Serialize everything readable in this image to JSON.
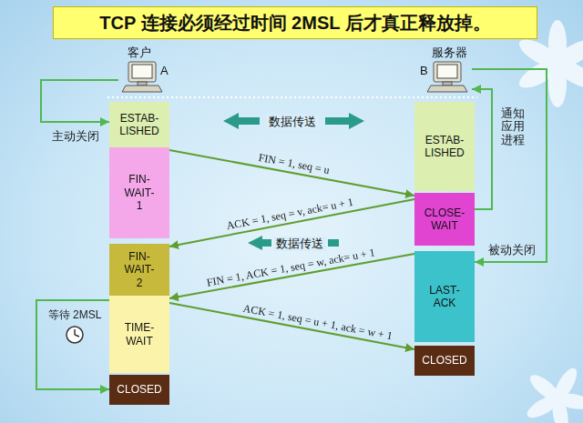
{
  "diagram": {
    "title": "TCP 连接必须经过时间 2MSL 后才真正释放掉。",
    "nodes": [
      {
        "text": [
          "客户",
          "A"
        ]
      },
      {
        "text": [
          "服务器",
          "B"
        ]
      },
      {
        "text": [
          "ESTAB- LISHED"
        ]
      },
      {
        "text": [
          "FIN- WAIT-1"
        ]
      },
      {
        "text": [
          "FIN- WAIT-2"
        ]
      },
      {
        "text": [
          "TIME- WAIT"
        ]
      },
      {
        "text": [
          "CLOSED"
        ]
      },
      {
        "text": [
          "ESTAB- LISHED"
        ]
      },
      {
        "text": [
          "CLOSE- WAIT"
        ]
      },
      {
        "text": [
          "LAST- ACK"
        ]
      },
      {
        "text": [
          "CLOSED"
        ]
      }
    ],
    "edges": [
      {
        "from": 0,
        "to": 2,
        "arrow": "to",
        "label": "主动关闭"
      },
      {
        "from": 3,
        "to": 8,
        "arrow": "to",
        "label": "FIN = 1, seq = u"
      },
      {
        "from": 8,
        "to": 4,
        "arrow": "to",
        "label": "ACK = 1, seq = v, ack= u + 1"
      },
      {
        "from": 9,
        "to": 5,
        "arrow": "to",
        "label": "FIN = 1, ACK = 1, seq = w, ack= u + 1"
      },
      {
        "from": 5,
        "to": 10,
        "arrow": "to",
        "label": "ACK = 1, seq = u + 1, ack = w + 1"
      },
      {
        "from": 8,
        "to": 1,
        "arrow": "to",
        "label": "通知应用进程"
      },
      {
        "from": 1,
        "to": 9,
        "arrow": "to",
        "label": "被动关闭"
      },
      {
        "from": 5,
        "to": 6,
        "arrow": "to",
        "label": "等待 2MSL"
      }
    ],
    "labels": [
      "数据传送",
      "数据传送"
    ]
  }
}
